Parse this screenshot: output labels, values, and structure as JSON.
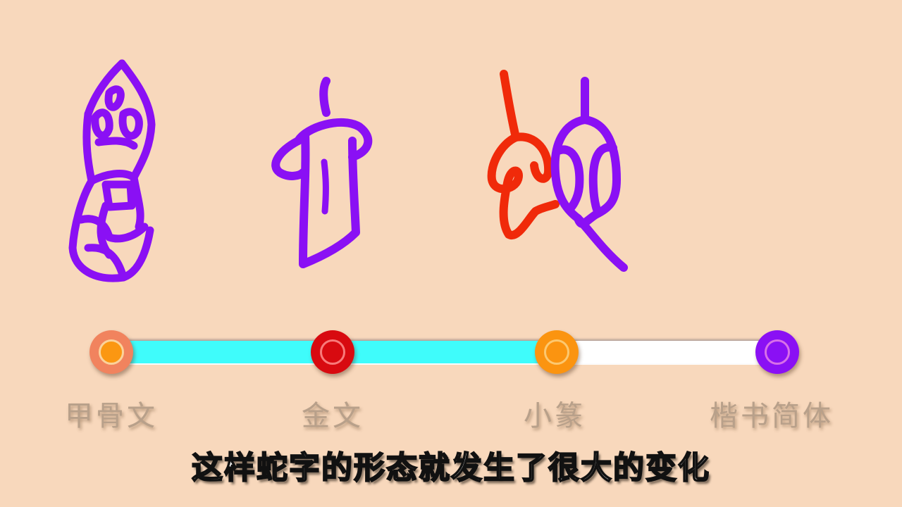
{
  "glyphs": [
    {
      "script": "oracle-bone",
      "color": "#8a10f4"
    },
    {
      "script": "bronze",
      "color": "#8a10f4"
    },
    {
      "script": "small-seal",
      "colors": [
        "#f02a0a",
        "#8a10f4"
      ]
    }
  ],
  "timeline": {
    "stages": [
      {
        "label": "甲骨文",
        "outer": "#f1835e",
        "inner": "#fb9712",
        "ring": "#fbd29a"
      },
      {
        "label": "金文",
        "outer": "#d80a10",
        "inner": "#d80a10",
        "ring": "#f87a7a"
      },
      {
        "label": "小篆",
        "outer": "#fb9410",
        "inner": "#fb9410",
        "ring": "#fcc870"
      },
      {
        "label": "楷书简体",
        "outer": "#8a10f4",
        "inner": "#8a10f4",
        "ring": "#d870e8"
      }
    ],
    "progress_color": "#3ffcfb",
    "remaining_color": "#ffffff"
  },
  "subtitle": "这样蛇字的形态就发生了很大的变化"
}
